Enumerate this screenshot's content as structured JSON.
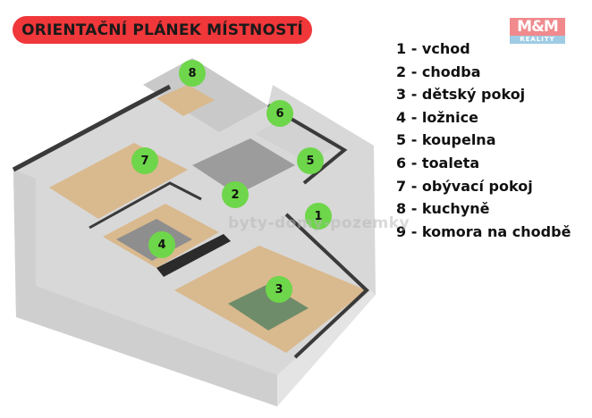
{
  "title": "ORIENTAČNÍ PLÁNEK MÍSTNOSTÍ",
  "logo": {
    "top": "M&M",
    "bottom": "REALITY"
  },
  "legend": [
    "1 - vchod",
    "2 - chodba",
    "3 - dětský pokoj",
    "4 - ložnice",
    "5 - koupelna",
    "6 - toaleta",
    "7 - obývací pokoj",
    "8 - kuchyně",
    "9 - komora na chodbě"
  ],
  "badges": [
    "1",
    "2",
    "3",
    "4",
    "5",
    "6",
    "7",
    "8"
  ],
  "watermark": "byty-domy-pozemky",
  "colors": {
    "title_bg": "#f0373a",
    "badge": "#6ed64a",
    "floor": "#d9b98e",
    "wall": "#3a3a3a"
  }
}
